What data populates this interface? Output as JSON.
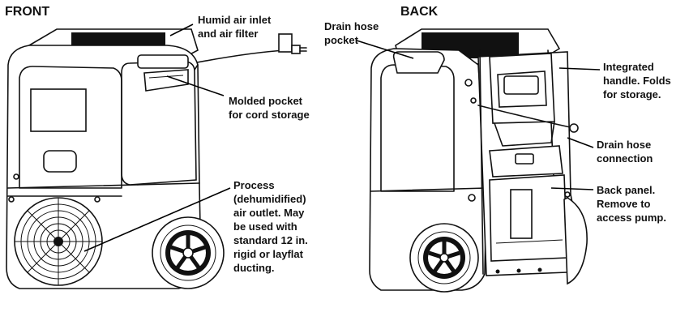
{
  "views": {
    "front_title": "FRONT",
    "back_title": "BACK"
  },
  "callouts": {
    "humid_inlet": "Humid air inlet\nand air filter",
    "molded_pocket": "Molded pocket\nfor cord storage",
    "process_outlet": "Process\n(dehumidified)\nair outlet.  May\nbe used with\nstandard  12 in.\nrigid or layflat\nducting.",
    "drain_pocket": "Drain hose\npocket",
    "integrated_handle": "Integrated\nhandle.  Folds\nfor storage.",
    "drain_connection": "Drain hose\nconnection",
    "back_panel": "Back panel.\nRemove to\naccess pump."
  }
}
